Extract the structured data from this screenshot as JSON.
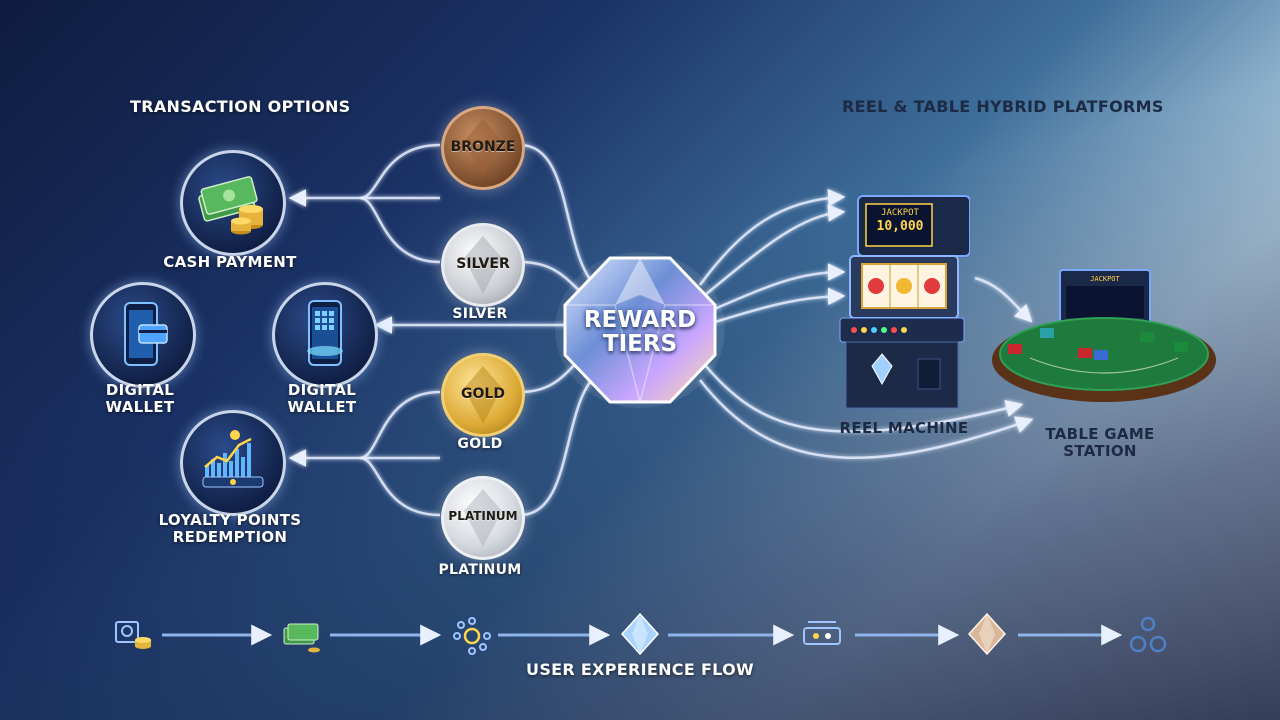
{
  "titles": {
    "transaction_options": "TRANSACTION OPTIONS",
    "platforms": "REEL & TABLE HYBRID PLATFORMS"
  },
  "transactions": {
    "cash": "CASH PAYMENT",
    "wallet_left": "DIGITAL WALLET",
    "wallet_right": "DIGITAL WALLET",
    "loyalty": "LOYALTY POINTS REDEMPTION"
  },
  "tiers": [
    {
      "coin": "BRONZE",
      "label": ""
    },
    {
      "coin": "SILVER",
      "label": "SILVER"
    },
    {
      "coin": "GOLD",
      "label": "GOLD"
    },
    {
      "coin": "PLATINUM",
      "label": "PLATINUM"
    }
  ],
  "hub": {
    "line1": "REWARD",
    "line2": "TIERS"
  },
  "machine": {
    "label": "REEL MACHINE",
    "jackpot_title": "JACKPOT",
    "jackpot_value": "10,000"
  },
  "table": {
    "label": "TABLE GAME STATION",
    "screen_text": "JACKPOT"
  },
  "flow": {
    "label": "USER EXPERIENCE FLOW"
  },
  "icons": {
    "cash": "cash-stack-coins-icon",
    "wallet": "smartphone-wallet-icon",
    "loyalty": "loyalty-chart-icon",
    "flow_steps": [
      "register-coins-icon",
      "cash-icon",
      "network-icon",
      "diamond-icon",
      "card-slider-icon",
      "gem-icon",
      "users-icon"
    ]
  },
  "colors": {
    "bronze": "#a46a44",
    "silver": "#c9ccd2",
    "gold": "#dcaa36",
    "platinum": "#d7dbe1",
    "accent": "#9fc6ff"
  }
}
